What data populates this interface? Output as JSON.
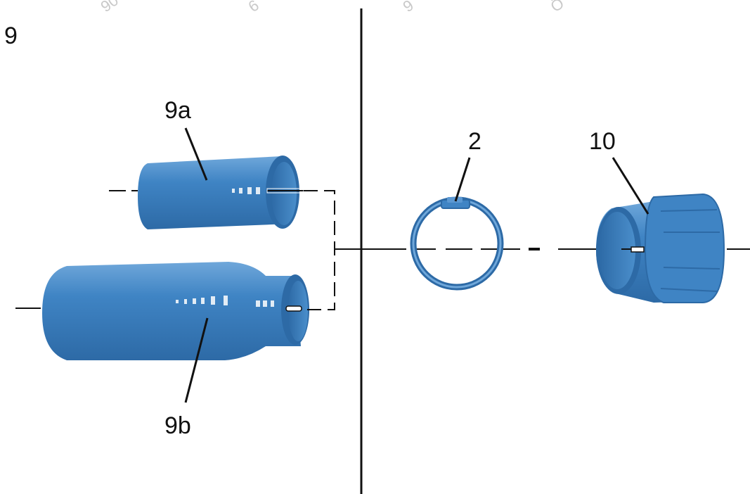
{
  "figure_number": "9",
  "labels": {
    "part_9a": "9a",
    "part_9b": "9b",
    "part_2": "2",
    "part_10": "10"
  },
  "colors": {
    "part_fill": "#3f84c4",
    "part_dark": "#2d6aa6",
    "part_light": "#6fa7da",
    "line": "#111111"
  }
}
